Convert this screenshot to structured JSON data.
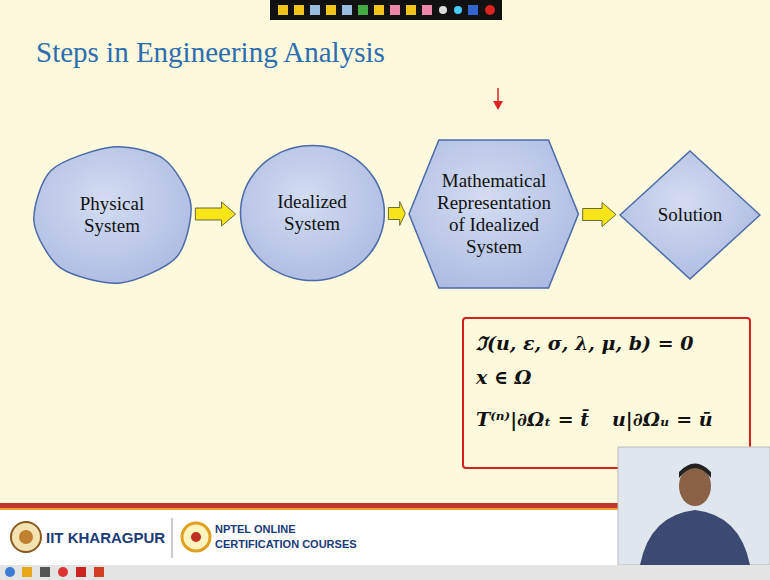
{
  "diagram": {
    "title": "Steps in Engineering Analysis",
    "nodes": [
      {
        "text": [
          "Physical System"
        ]
      },
      {
        "text": [
          "Idealized System"
        ]
      },
      {
        "text": [
          "Mathematical Representation of Idealized System"
        ]
      },
      {
        "text": [
          "Solution"
        ]
      }
    ],
    "edges": [
      {
        "from": 0,
        "to": 1,
        "arrow": "to"
      },
      {
        "from": 1,
        "to": 2,
        "arrow": "to"
      },
      {
        "from": 2,
        "to": 3,
        "arrow": "to"
      }
    ],
    "labels": [
      "ℑ(u, ε, σ, λ, μ, b) = 0",
      "x ∈ Ω",
      "T⁽ⁿ⁾|∂Ωₜ = t̄",
      "u|∂Ωᵤ = ū",
      "IIT KHARAGPUR",
      "NPTEL ONLINE CERTIFICATION COURSES"
    ]
  }
}
